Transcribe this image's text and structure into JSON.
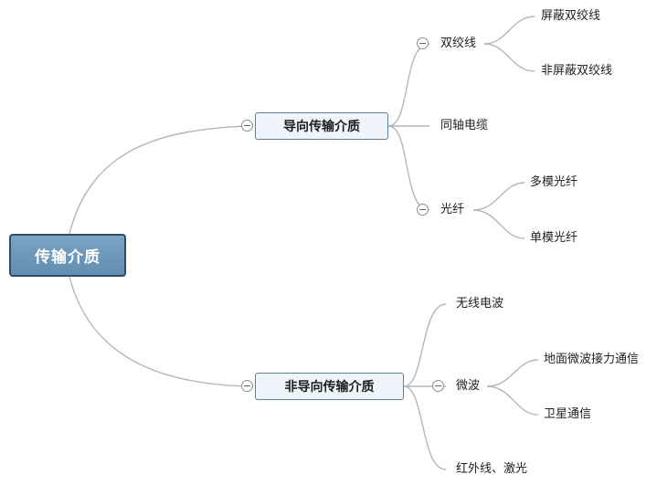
{
  "root": {
    "label": "传输介质"
  },
  "guided": {
    "label": "导向传输介质",
    "twisted_pair": {
      "label": "双绞线",
      "children": [
        "屏蔽双绞线",
        "非屏蔽双绞线"
      ]
    },
    "coax": {
      "label": "同轴电缆"
    },
    "fiber": {
      "label": "光纤",
      "children": [
        "多模光纤",
        "单模光纤"
      ]
    }
  },
  "unguided": {
    "label": "非导向传输介质",
    "radio": {
      "label": "无线电波"
    },
    "microwave": {
      "label": "微波",
      "children": [
        "地面微波接力通信",
        "卫星通信"
      ]
    },
    "infrared_laser": {
      "label": "红外线、激光"
    }
  },
  "colors": {
    "root_fill": "#6e98bb",
    "root_border": "#2f4d66",
    "main_fill": "#eef4f9",
    "main_border": "#5d7e99",
    "connector": "#aeb8c1"
  }
}
